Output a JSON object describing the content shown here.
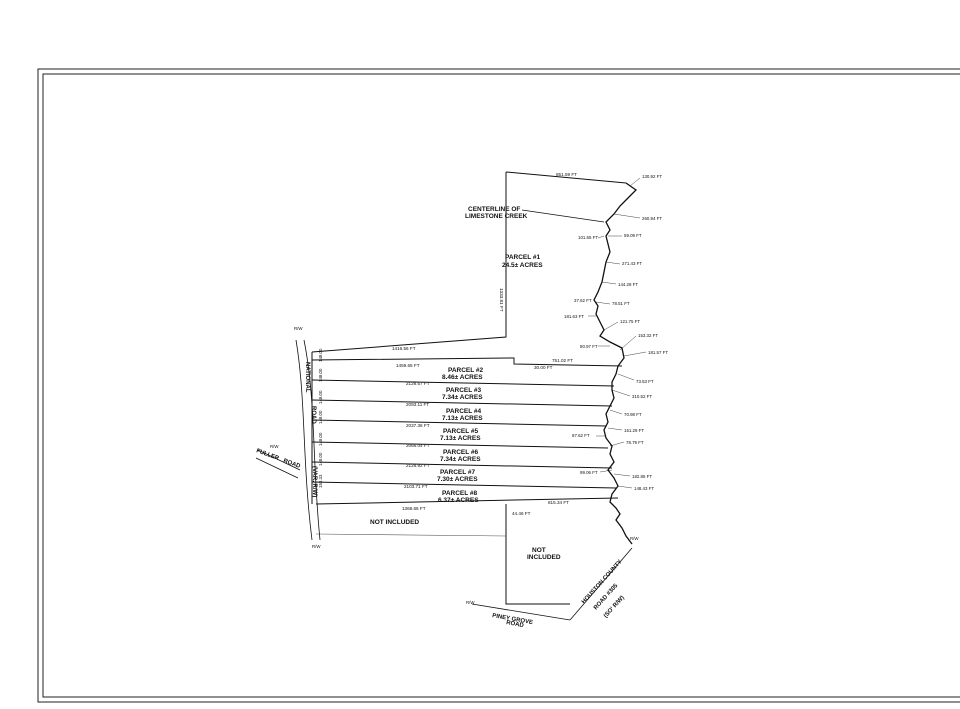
{
  "labels": {
    "creek": [
      "CENTERLINE OF",
      "LIMESTONE CREEK"
    ],
    "not_included_1": "NOT INCLUDED",
    "not_included_2": [
      "NOT",
      "INCLUDED"
    ],
    "fuller_road": [
      "FULLER",
      "ROAD"
    ],
    "national_road": [
      "NATIONAL",
      "ROAD"
    ],
    "national_row": "(VAR. R/W)",
    "piney_grove": [
      "PINEY GROVE",
      "ROAD"
    ],
    "houston": [
      "HOUSTON COUNTY",
      "ROAD #305",
      "(SO' R/W)"
    ],
    "rw_mark": "R/W"
  },
  "parcels": [
    {
      "name": "PARCEL #1",
      "acres": "24.5± ACRES"
    },
    {
      "name": "PARCEL #2",
      "acres": "8.46± ACRES"
    },
    {
      "name": "PARCEL #3",
      "acres": "7.34± ACRES"
    },
    {
      "name": "PARCEL #4",
      "acres": "7.13± ACRES"
    },
    {
      "name": "PARCEL #5",
      "acres": "7.13± ACRES"
    },
    {
      "name": "PARCEL #6",
      "acres": "7.34± ACRES"
    },
    {
      "name": "PARCEL #7",
      "acres": "7.30± ACRES"
    },
    {
      "name": "PARCEL #8",
      "acres": "6.37± ACRES"
    }
  ],
  "dims": {
    "top": "851.59 FT",
    "west_p1": "1333.81 FT",
    "p1_south": "1416.56 FT",
    "p1_south_e": "751.02 FT",
    "jog": "30.00 FT",
    "p2": "1459.65 FT",
    "p3": "2128.57 FT",
    "p4": "2093.11 FT",
    "p5": "2037.36 FT",
    "p6": "2066.04 FT",
    "p7": "2128.92 FT",
    "p8": "2103.71 FT",
    "ni_north": "1368.66 FT",
    "ni_east": "815.34 FT",
    "ni_jog": "44.46 FT",
    "frontage": [
      "148.00",
      "148.00",
      "148.00",
      "148.00",
      "148.00",
      "148.00",
      "153.33"
    ],
    "creek_calls": [
      "130.92 FT",
      "260.94 FT",
      "101.55 FT",
      "59.09 FT",
      "271.43 FT",
      "144.28 FT",
      "37.62 FT",
      "78.51 FT",
      "181.63 FT",
      "121.75 FT",
      "80.97 FT",
      "153.32 FT",
      "181.57 FT",
      "73.53 FT",
      "310.52 FT",
      "70.98 FT",
      "87.62 FT",
      "151.29 FT",
      "78.79 FT",
      "99.06 FT",
      "182.85 FT",
      "148.43 FT"
    ]
  }
}
